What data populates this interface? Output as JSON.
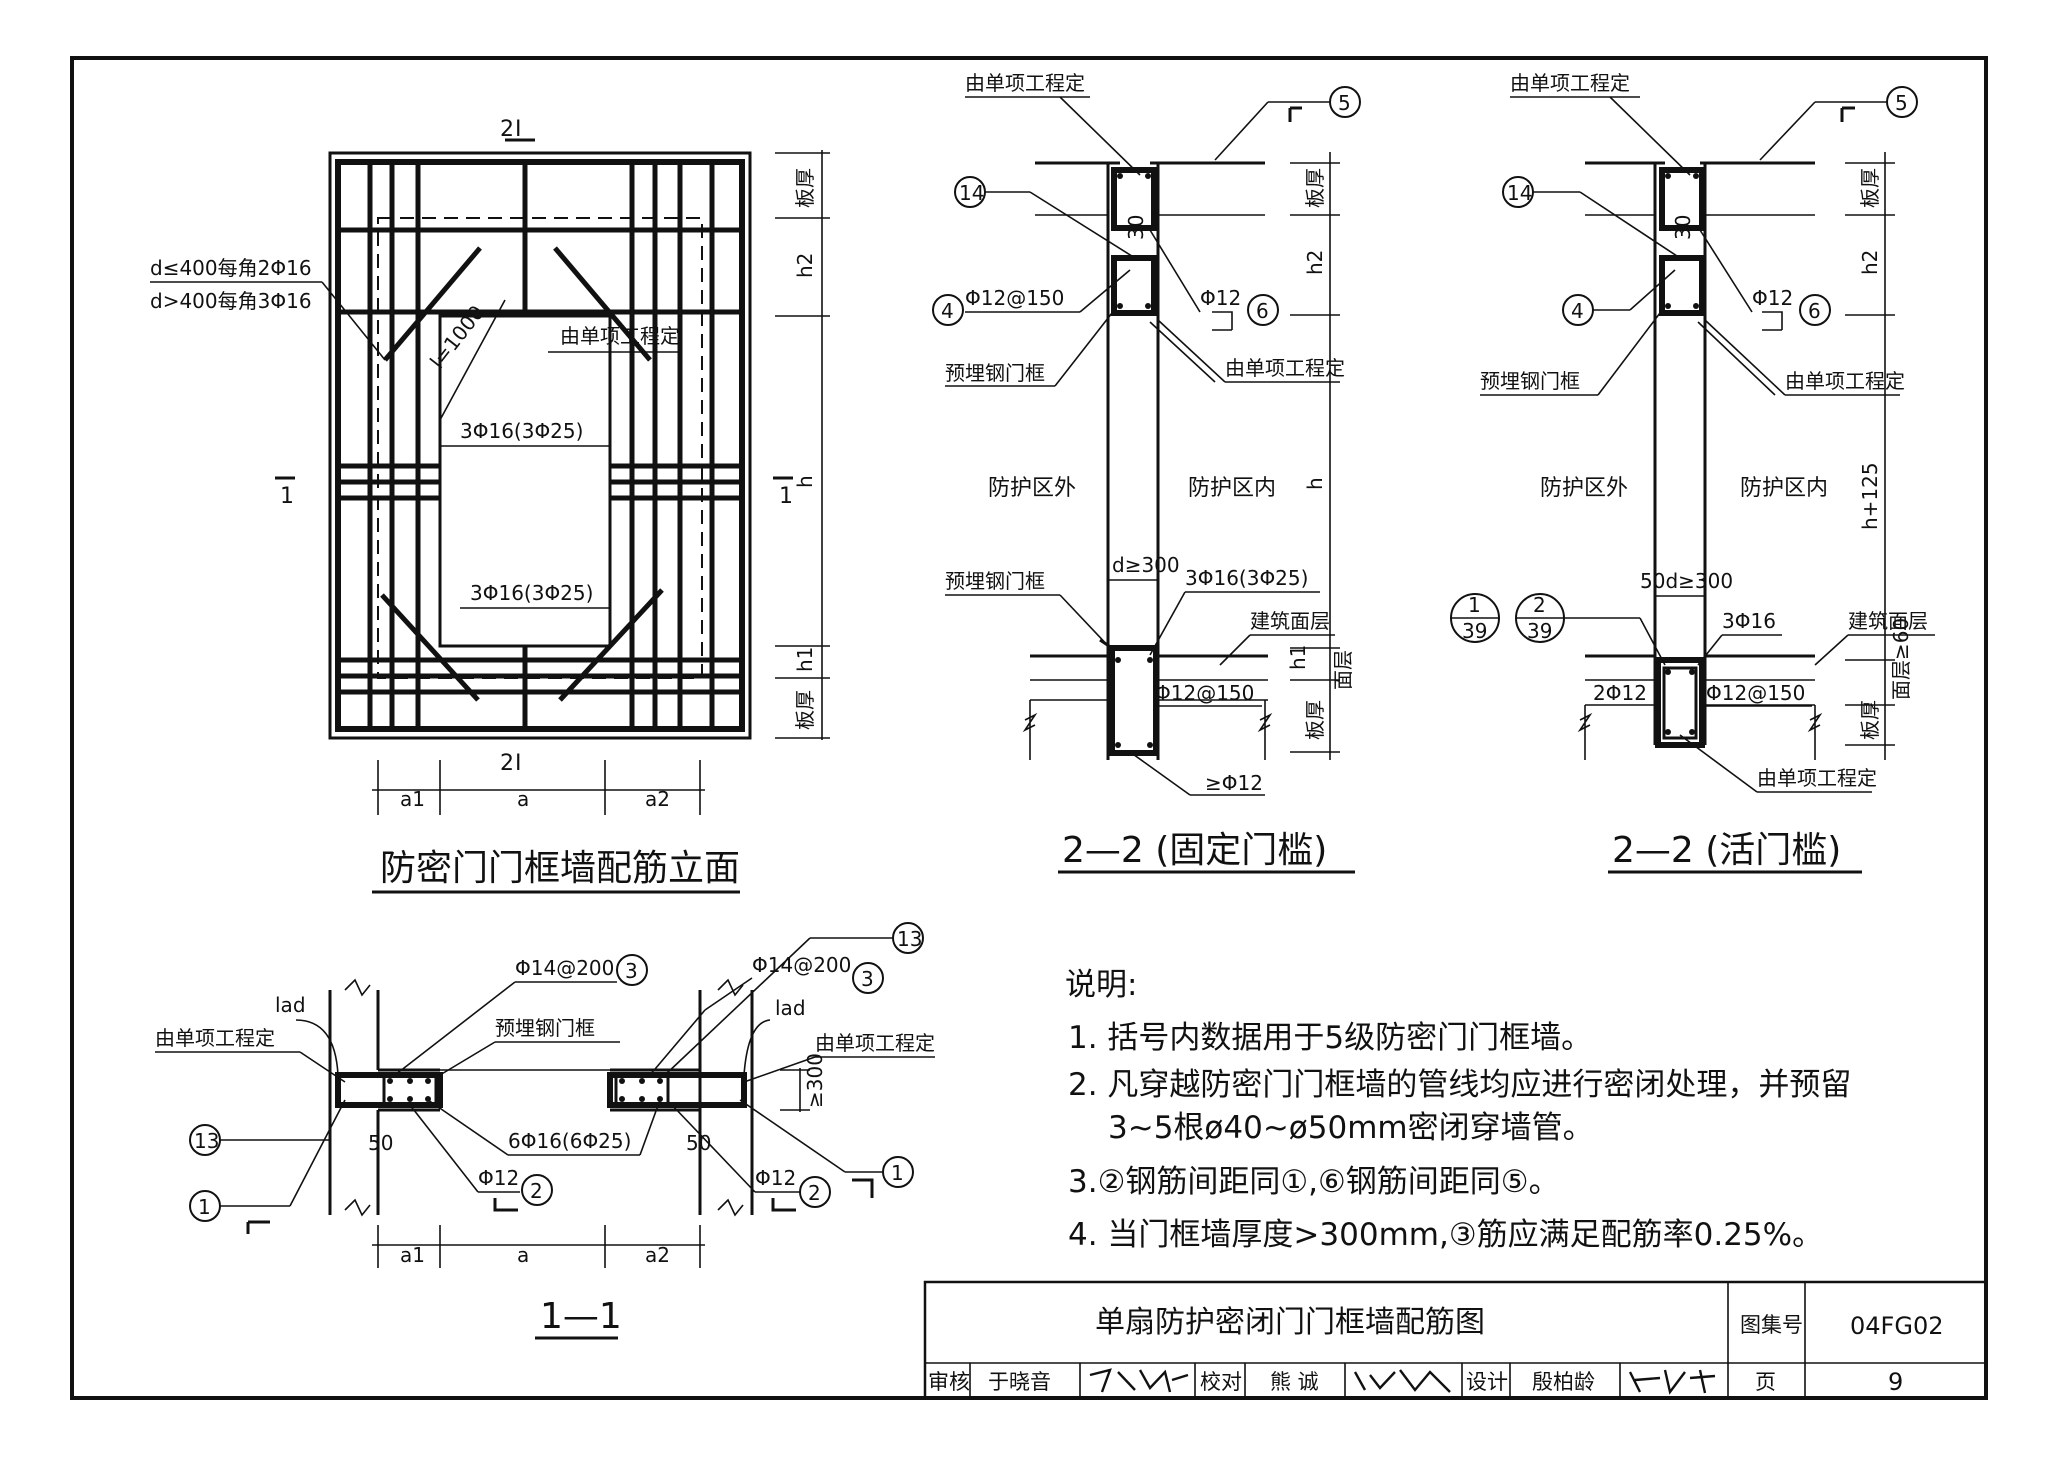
{
  "elevation": {
    "title": "防密门门框墙配筋立面",
    "section_mark_top": "2",
    "section_mark_bottom": "2",
    "section_mark_left": "1",
    "section_mark_right": "1",
    "note_line1": "d≤400每角2Φ16",
    "note_line2": "d>400每角3Φ16",
    "l_label": "l=1000",
    "by_project": "由单项工程定",
    "top_bars": "3Φ16(3Φ25)",
    "bottom_bars": "3Φ16(3Φ25)",
    "dim_slab_top": "板厚",
    "dim_h2": "h2",
    "dim_h": "h",
    "dim_h1": "h1",
    "dim_slab_bottom": "板厚",
    "dim_a1": "a1",
    "dim_a": "a",
    "dim_a2": "a2"
  },
  "section_fixed": {
    "title": "2—2 (固定门槛)",
    "by_project_top": "由单项工程定",
    "callout_5": "5",
    "callout_14": "14",
    "callout_4": "4",
    "bars_4": "Φ12@150",
    "bar_6": "Φ12",
    "callout_6": "6",
    "embedded_frame": "预埋钢门框",
    "by_project_mid": "由单项工程定",
    "outside": "防护区外",
    "inside": "防护区内",
    "embedded_frame_low": "预埋钢门框",
    "d_label": "d≥300",
    "sill_bars": "3Φ16(3Φ25)",
    "finish": "建筑面层",
    "stirrups": "Φ12@150",
    "min_bar": "≥Φ12",
    "dim_30": "30",
    "dim_slab": "板厚",
    "dim_h2": "h2",
    "dim_h": "h",
    "dim_h1": "h1",
    "dim_finish": "面层",
    "dim_slab_bottom": "板厚"
  },
  "section_movable": {
    "title": "2—2 (活门槛)",
    "by_project_top": "由单项工程定",
    "callout_5": "5",
    "callout_14": "14",
    "callout_4": "4",
    "bar_6": "Φ12",
    "callout_6": "6",
    "embedded_frame": "预埋钢门框",
    "by_project_mid": "由单项工程定",
    "outside": "防护区外",
    "inside": "防护区内",
    "d_label": "50d≥300",
    "ref1_top": "1",
    "ref1_bottom": "39",
    "ref2_top": "2",
    "ref2_bottom": "39",
    "sill_bars": "3Φ16",
    "finish": "建筑面层",
    "bar_2": "2Φ12",
    "stirrups": "Φ12@150",
    "by_project_low": "由单项工程定",
    "dim_30": "30",
    "dim_slab": "板厚",
    "dim_h2": "h2",
    "dim_h": "h+125",
    "dim_finish": "面层≥60",
    "dim_slab_bottom": "板厚"
  },
  "section_plan": {
    "title": "1—1",
    "lad_left": "lad",
    "lad_right": "lad",
    "by_project_left": "由单项工程定",
    "by_project_right": "由单项工程定",
    "bars_3_left": "Φ14@200",
    "callout_3_left": "3",
    "bars_3_right": "Φ14@200",
    "callout_3_right": "3",
    "callout_13_top": "13",
    "embedded_frame": "预埋钢门框",
    "callout_13": "13",
    "main_bars": "6Φ16(6Φ25)",
    "dim_50_left": "50",
    "dim_50_right": "50",
    "bar_2_left": "Φ12",
    "callout_2_left": "2",
    "bar_2_right": "Φ12",
    "callout_2_right": "2",
    "callout_1_left": "1",
    "callout_1_right": "1",
    "dim_300": "≥300",
    "dim_a1": "a1",
    "dim_a": "a",
    "dim_a2": "a2"
  },
  "notes": {
    "heading": "说明:",
    "items": [
      "1. 括号内数据用于5级防密门门框墙。",
      "2. 凡穿越防密门门框墙的管线均应进行密闭处理，并预留",
      "3~5根ø40~ø50mm密闭穿墙管。",
      "3.②钢筋间距同①,⑥钢筋间距同⑤。",
      "4. 当门框墙厚度>300mm,③筋应满足配筋率0.25%。"
    ]
  },
  "title_block": {
    "drawing_title": "单扇防护密闭门门框墙配筋图",
    "atlas_no_label": "图集号",
    "atlas_no": "04FG02",
    "review_label": "审核",
    "reviewer": "于晓音",
    "check_label": "校对",
    "checker": "熊 诚",
    "design_label": "设计",
    "designer": "殷柏龄",
    "page_label": "页",
    "page": "9"
  }
}
